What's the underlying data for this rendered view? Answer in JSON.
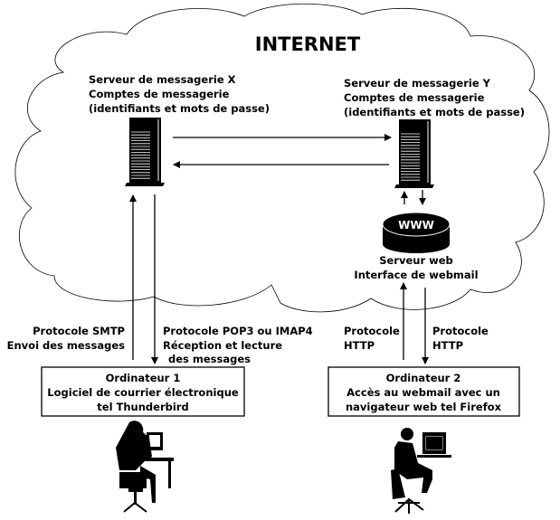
{
  "title": "INTERNET",
  "server_x": {
    "lines": [
      "Serveur de messagerie X",
      "Comptes de messagerie",
      "(identifiants et mots de passe)"
    ],
    "icon": "server-tower-icon"
  },
  "server_y": {
    "lines": [
      "Serveur de messagerie Y",
      "Comptes de messagerie",
      "(identifiants et mots de passe)"
    ],
    "icon": "server-tower-icon"
  },
  "web_server": {
    "badge": "WWW",
    "lines": [
      "Serveur web",
      "Interface de webmail"
    ]
  },
  "smtp": {
    "lines": [
      "Protocole SMTP",
      "Envoi des messages"
    ]
  },
  "pop": {
    "lines": [
      "Protocole POP3 ou IMAP4",
      "Réception et lecture",
      "des messages"
    ]
  },
  "http_up": {
    "lines": [
      "Protocole",
      "HTTP"
    ]
  },
  "http_down": {
    "lines": [
      "Protocole",
      "HTTP"
    ]
  },
  "computer1": {
    "lines": [
      "Ordinateur 1",
      "Logiciel de courrier électronique",
      "tel Thunderbird"
    ],
    "icon": "woman-at-computer-icon"
  },
  "computer2": {
    "lines": [
      "Ordinateur 2",
      "Accès au webmail avec un",
      "navigateur web tel Firefox"
    ],
    "icon": "man-at-computer-icon"
  }
}
